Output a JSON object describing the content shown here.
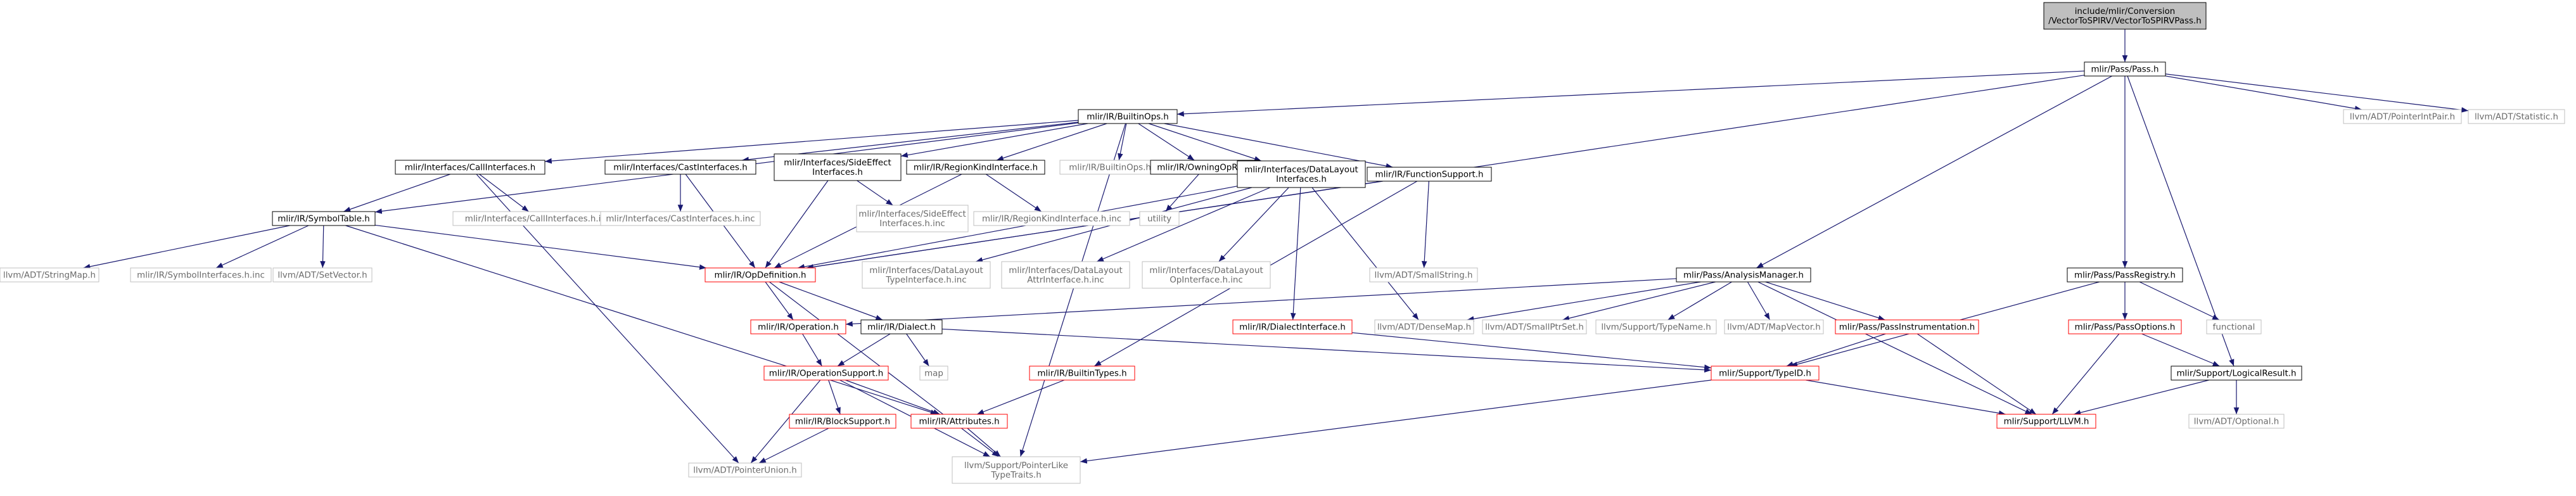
{
  "colors": {
    "edge": "#191970",
    "root_fill": "#bfbfbf",
    "border_black": "#000000",
    "border_red": "#ff0000",
    "border_gray": "#bfbfbf",
    "text_black": "#000000",
    "text_gray": "#6b6b6b"
  },
  "nodes": [
    {
      "id": "root",
      "lines": [
        "include/mlir/Conversion",
        "/VectorToSPIRV/VectorToSPIRVPass.h"
      ],
      "style": "root"
    },
    {
      "id": "pass",
      "lines": [
        "mlir/Pass/Pass.h"
      ],
      "style": "black"
    },
    {
      "id": "builtinops",
      "lines": [
        "mlir/IR/BuiltinOps.h"
      ],
      "style": "black"
    },
    {
      "id": "ptrintpair",
      "lines": [
        "llvm/ADT/PointerIntPair.h"
      ],
      "style": "gray"
    },
    {
      "id": "statistic",
      "lines": [
        "llvm/ADT/Statistic.h"
      ],
      "style": "gray"
    },
    {
      "id": "callif",
      "lines": [
        "mlir/Interfaces/CallInterfaces.h"
      ],
      "style": "black"
    },
    {
      "id": "castif",
      "lines": [
        "mlir/Interfaces/CastInterfaces.h"
      ],
      "style": "black"
    },
    {
      "id": "sideeff",
      "lines": [
        "mlir/Interfaces/SideEffect",
        "Interfaces.h"
      ],
      "style": "black"
    },
    {
      "id": "regionkind",
      "lines": [
        "mlir/IR/RegionKindInterface.h"
      ],
      "style": "black"
    },
    {
      "id": "builtinopsinc",
      "lines": [
        "mlir/IR/BuiltinOps.h.inc"
      ],
      "style": "gray"
    },
    {
      "id": "owningop",
      "lines": [
        "mlir/IR/OwningOpRef.h"
      ],
      "style": "black"
    },
    {
      "id": "datalayout",
      "lines": [
        "mlir/Interfaces/DataLayout",
        "Interfaces.h"
      ],
      "style": "black"
    },
    {
      "id": "funcsupport",
      "lines": [
        "mlir/IR/FunctionSupport.h"
      ],
      "style": "black"
    },
    {
      "id": "symboltable",
      "lines": [
        "mlir/IR/SymbolTable.h"
      ],
      "style": "black"
    },
    {
      "id": "callifinc",
      "lines": [
        "mlir/Interfaces/CallInterfaces.h.inc"
      ],
      "style": "gray"
    },
    {
      "id": "castifinc",
      "lines": [
        "mlir/Interfaces/CastInterfaces.h.inc"
      ],
      "style": "gray"
    },
    {
      "id": "sideeffinc",
      "lines": [
        "mlir/Interfaces/SideEffect",
        "Interfaces.h.inc"
      ],
      "style": "gray"
    },
    {
      "id": "regionkindinc",
      "lines": [
        "mlir/IR/RegionKindInterface.h.inc"
      ],
      "style": "gray"
    },
    {
      "id": "utility",
      "lines": [
        "utility"
      ],
      "style": "gray"
    },
    {
      "id": "stringmap",
      "lines": [
        "llvm/ADT/StringMap.h"
      ],
      "style": "gray"
    },
    {
      "id": "symifinc",
      "lines": [
        "mlir/IR/SymbolInterfaces.h.inc"
      ],
      "style": "gray"
    },
    {
      "id": "setvector",
      "lines": [
        "llvm/ADT/SetVector.h"
      ],
      "style": "gray"
    },
    {
      "id": "opdef",
      "lines": [
        "mlir/IR/OpDefinition.h"
      ],
      "style": "red"
    },
    {
      "id": "dltypeinc",
      "lines": [
        "mlir/Interfaces/DataLayout",
        "TypeInterface.h.inc"
      ],
      "style": "gray"
    },
    {
      "id": "dlattrinc",
      "lines": [
        "mlir/Interfaces/DataLayout",
        "AttrInterface.h.inc"
      ],
      "style": "gray"
    },
    {
      "id": "dlopinc",
      "lines": [
        "mlir/Interfaces/DataLayout",
        "OpInterface.h.inc"
      ],
      "style": "gray"
    },
    {
      "id": "smallstring",
      "lines": [
        "llvm/ADT/SmallString.h"
      ],
      "style": "gray"
    },
    {
      "id": "analysismgr",
      "lines": [
        "mlir/Pass/AnalysisManager.h"
      ],
      "style": "black"
    },
    {
      "id": "passregistry",
      "lines": [
        "mlir/Pass/PassRegistry.h"
      ],
      "style": "black"
    },
    {
      "id": "operation",
      "lines": [
        "mlir/IR/Operation.h"
      ],
      "style": "red"
    },
    {
      "id": "dialect",
      "lines": [
        "mlir/IR/Dialect.h"
      ],
      "style": "black"
    },
    {
      "id": "dialectif",
      "lines": [
        "mlir/IR/DialectInterface.h"
      ],
      "style": "red"
    },
    {
      "id": "densemap",
      "lines": [
        "llvm/ADT/DenseMap.h"
      ],
      "style": "gray"
    },
    {
      "id": "smallptrset",
      "lines": [
        "llvm/ADT/SmallPtrSet.h"
      ],
      "style": "gray"
    },
    {
      "id": "typename",
      "lines": [
        "llvm/Support/TypeName.h"
      ],
      "style": "gray"
    },
    {
      "id": "mapvector",
      "lines": [
        "llvm/ADT/MapVector.h"
      ],
      "style": "gray"
    },
    {
      "id": "passinstr",
      "lines": [
        "mlir/Pass/PassInstrumentation.h"
      ],
      "style": "red"
    },
    {
      "id": "passoptions",
      "lines": [
        "mlir/Pass/PassOptions.h"
      ],
      "style": "red"
    },
    {
      "id": "functional",
      "lines": [
        "functional"
      ],
      "style": "gray"
    },
    {
      "id": "opsupport",
      "lines": [
        "mlir/IR/OperationSupport.h"
      ],
      "style": "red"
    },
    {
      "id": "map",
      "lines": [
        "map"
      ],
      "style": "gray"
    },
    {
      "id": "builtintypes",
      "lines": [
        "mlir/IR/BuiltinTypes.h"
      ],
      "style": "red"
    },
    {
      "id": "typeid",
      "lines": [
        "mlir/Support/TypeID.h"
      ],
      "style": "red"
    },
    {
      "id": "logicalresult",
      "lines": [
        "mlir/Support/LogicalResult.h"
      ],
      "style": "black"
    },
    {
      "id": "blocksupport",
      "lines": [
        "mlir/IR/BlockSupport.h"
      ],
      "style": "red"
    },
    {
      "id": "attributes",
      "lines": [
        "mlir/IR/Attributes.h"
      ],
      "style": "red"
    },
    {
      "id": "llvmh",
      "lines": [
        "mlir/Support/LLVM.h"
      ],
      "style": "red"
    },
    {
      "id": "optional",
      "lines": [
        "llvm/ADT/Optional.h"
      ],
      "style": "gray"
    },
    {
      "id": "ptrunion",
      "lines": [
        "llvm/ADT/PointerUnion.h"
      ],
      "style": "gray"
    },
    {
      "id": "ptrliketraits",
      "lines": [
        "llvm/Support/PointerLike",
        "TypeTraits.h"
      ],
      "style": "gray"
    }
  ],
  "edges": [
    [
      "root",
      "pass"
    ],
    [
      "pass",
      "builtinops"
    ],
    [
      "pass",
      "ptrintpair"
    ],
    [
      "pass",
      "statistic"
    ],
    [
      "pass",
      "analysismgr"
    ],
    [
      "pass",
      "passregistry"
    ],
    [
      "pass",
      "logicalresult"
    ],
    [
      "pass",
      "opdef"
    ],
    [
      "builtinops",
      "callif"
    ],
    [
      "builtinops",
      "castif"
    ],
    [
      "builtinops",
      "sideeff"
    ],
    [
      "builtinops",
      "regionkind"
    ],
    [
      "builtinops",
      "builtinopsinc"
    ],
    [
      "builtinops",
      "owningop"
    ],
    [
      "builtinops",
      "datalayout"
    ],
    [
      "builtinops",
      "funcsupport"
    ],
    [
      "builtinops",
      "symboltable"
    ],
    [
      "builtinops",
      "ptrliketraits"
    ],
    [
      "callif",
      "symboltable"
    ],
    [
      "callif",
      "callifinc"
    ],
    [
      "callif",
      "ptrunion"
    ],
    [
      "castif",
      "castifinc"
    ],
    [
      "castif",
      "opdef"
    ],
    [
      "sideeff",
      "sideeffinc"
    ],
    [
      "sideeff",
      "opdef"
    ],
    [
      "regionkind",
      "regionkindinc"
    ],
    [
      "regionkind",
      "opdef"
    ],
    [
      "owningop",
      "utility"
    ],
    [
      "datalayout",
      "dltypeinc"
    ],
    [
      "datalayout",
      "dlattrinc"
    ],
    [
      "datalayout",
      "dlopinc"
    ],
    [
      "datalayout",
      "opdef"
    ],
    [
      "datalayout",
      "dialectif"
    ],
    [
      "datalayout",
      "densemap"
    ],
    [
      "funcsupport",
      "smallstring"
    ],
    [
      "funcsupport",
      "opdef"
    ],
    [
      "funcsupport",
      "builtintypes"
    ],
    [
      "symboltable",
      "stringmap"
    ],
    [
      "symboltable",
      "symifinc"
    ],
    [
      "symboltable",
      "setvector"
    ],
    [
      "symboltable",
      "opdef"
    ],
    [
      "symboltable",
      "attributes"
    ],
    [
      "opdef",
      "operation"
    ],
    [
      "opdef",
      "dialect"
    ],
    [
      "opdef",
      "ptrliketraits"
    ],
    [
      "analysismgr",
      "operation"
    ],
    [
      "analysismgr",
      "densemap"
    ],
    [
      "analysismgr",
      "smallptrset"
    ],
    [
      "analysismgr",
      "typename"
    ],
    [
      "analysismgr",
      "mapvector"
    ],
    [
      "analysismgr",
      "passinstr"
    ],
    [
      "analysismgr",
      "llvmh"
    ],
    [
      "passregistry",
      "passoptions"
    ],
    [
      "passregistry",
      "functional"
    ],
    [
      "passregistry",
      "typeid"
    ],
    [
      "operation",
      "opsupport"
    ],
    [
      "dialect",
      "opsupport"
    ],
    [
      "dialect",
      "map"
    ],
    [
      "dialect",
      "typeid"
    ],
    [
      "dialectif",
      "typeid"
    ],
    [
      "passinstr",
      "typeid"
    ],
    [
      "passinstr",
      "llvmh"
    ],
    [
      "passoptions",
      "logicalresult"
    ],
    [
      "passoptions",
      "llvmh"
    ],
    [
      "opsupport",
      "blocksupport"
    ],
    [
      "opsupport",
      "attributes"
    ],
    [
      "opsupport",
      "ptrliketraits"
    ],
    [
      "opsupport",
      "ptrunion"
    ],
    [
      "builtintypes",
      "attributes"
    ],
    [
      "typeid",
      "llvmh"
    ],
    [
      "typeid",
      "ptrliketraits"
    ],
    [
      "logicalresult",
      "llvmh"
    ],
    [
      "logicalresult",
      "optional"
    ],
    [
      "blocksupport",
      "ptrunion"
    ],
    [
      "attributes",
      "ptrliketraits"
    ]
  ]
}
